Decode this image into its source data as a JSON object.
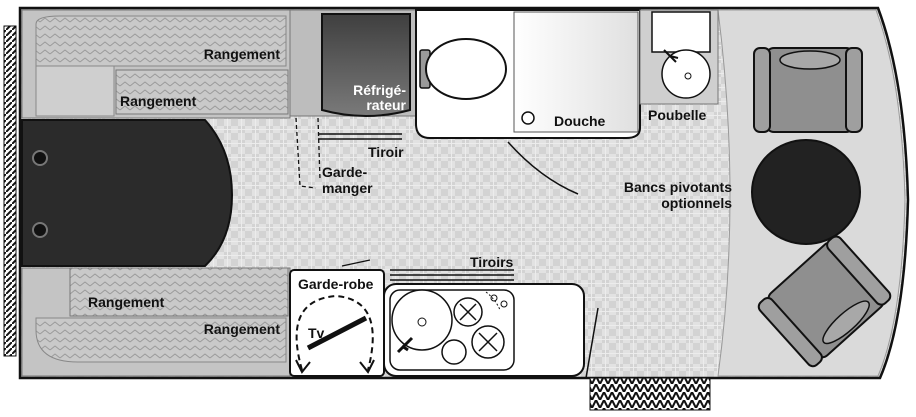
{
  "labels": {
    "rangement_1": "Rangement",
    "rangement_2": "Rangement",
    "rangement_3": "Rangement",
    "rangement_4": "Rangement",
    "refrigerateur_1": "Réfrigé-",
    "refrigerateur_2": "rateur",
    "douche": "Douche",
    "poubelle": "Poubelle",
    "tiroir": "Tiroir",
    "garde_manger_1": "Garde-",
    "garde_manger_2": "manger",
    "bancs_1": "Bancs pivotants",
    "bancs_2": "optionnels",
    "tiroirs": "Tiroirs",
    "garde_robe": "Garde-robe",
    "tv": "Tv"
  },
  "colors": {
    "outline": "#111111",
    "floor": "#e4e4e4",
    "cabinet": "#bdbdbd",
    "bed": "#2a2a2a",
    "fridge": "#5a5a5a",
    "table": "#222222",
    "white_fixture": "#ffffff"
  }
}
